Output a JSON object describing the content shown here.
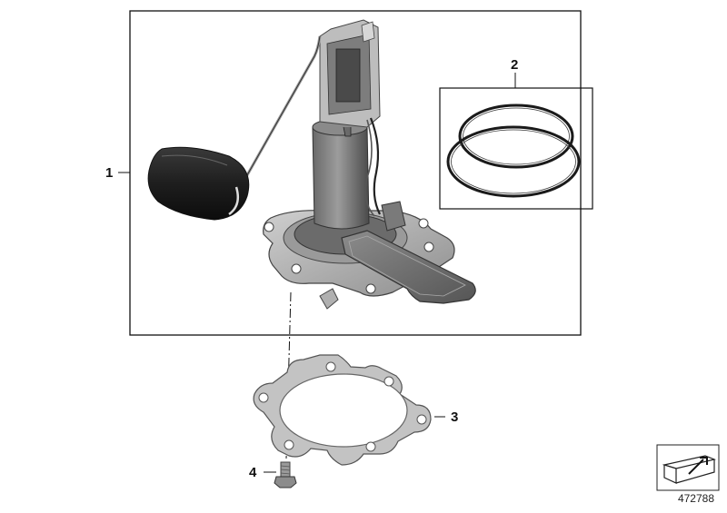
{
  "diagram": {
    "callouts": [
      {
        "id": "1",
        "label": "1"
      },
      {
        "id": "2",
        "label": "2"
      },
      {
        "id": "3",
        "label": "3"
      },
      {
        "id": "4",
        "label": "4"
      }
    ],
    "reference_number": "472788",
    "colors": {
      "line": "#111111",
      "body_dark": "#555555",
      "body_mid": "#8a8a8a",
      "body_light": "#c8c8c8",
      "float_dark": "#2a2a2a",
      "gasket": "#bdbdbd",
      "ring": "#1a1a1a"
    }
  }
}
